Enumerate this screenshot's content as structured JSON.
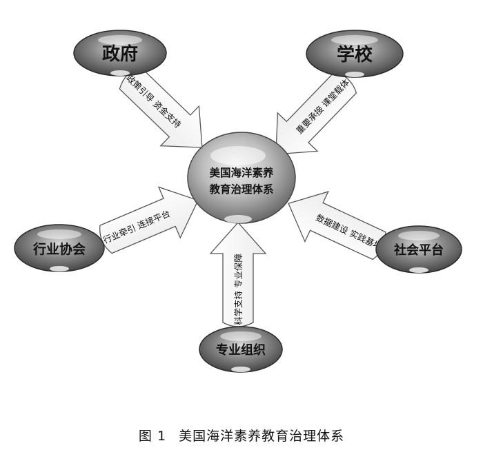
{
  "center": {
    "line1": "美国海洋素养",
    "line2": "教育治理体系"
  },
  "nodes": {
    "government": "政府",
    "school": "学校",
    "industry": "行业协会",
    "society": "社会平台",
    "professional": "专业组织"
  },
  "arrows": {
    "government": "政策引导 资金支持",
    "school": "重要承接 课堂载体",
    "industry": "行业牵引 连接平台",
    "society": "数据建设 实践基地",
    "professional": "科学支持 专业保障"
  },
  "caption": {
    "label": "图 1",
    "title": "美国海洋素养教育治理体系"
  }
}
